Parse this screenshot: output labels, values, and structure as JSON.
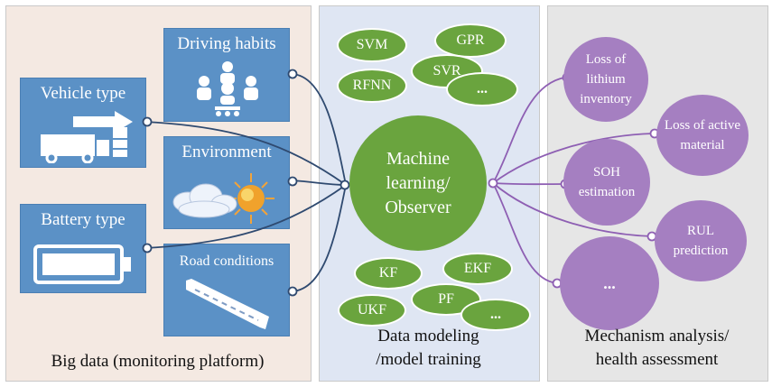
{
  "panels": {
    "big_data": "Big data (monitoring platform)",
    "modeling_line1": "Data modeling",
    "modeling_line2": "/model training",
    "mechanism_line1": "Mechanism analysis/",
    "mechanism_line2": "health assessment"
  },
  "sources": {
    "vehicle_type": "Vehicle type",
    "battery_type": "Battery type",
    "driving_habits": "Driving habits",
    "environment": "Environment",
    "road_conditions": "Road conditions"
  },
  "methods_top": {
    "svm": "SVM",
    "gpr": "GPR",
    "svr": "SVR",
    "rfnn": "RFNN",
    "more": "..."
  },
  "methods_bottom": {
    "kf": "KF",
    "ekf": "EKF",
    "ukf": "UKF",
    "pf": "PF",
    "more": "..."
  },
  "central": {
    "line1": "Machine",
    "line2": "learning/",
    "line3": "Observer"
  },
  "outputs": {
    "lli": "Loss of lithium inventory",
    "lam": "Loss of active material",
    "soh": "SOH estimation",
    "rul": "RUL prediction",
    "more": "..."
  },
  "colors": {
    "box_blue": "#5b91c6",
    "green": "#6aa43e",
    "purple": "#a57fc1",
    "link_navy": "#2f4a70",
    "link_purple": "#8e5fb3"
  }
}
